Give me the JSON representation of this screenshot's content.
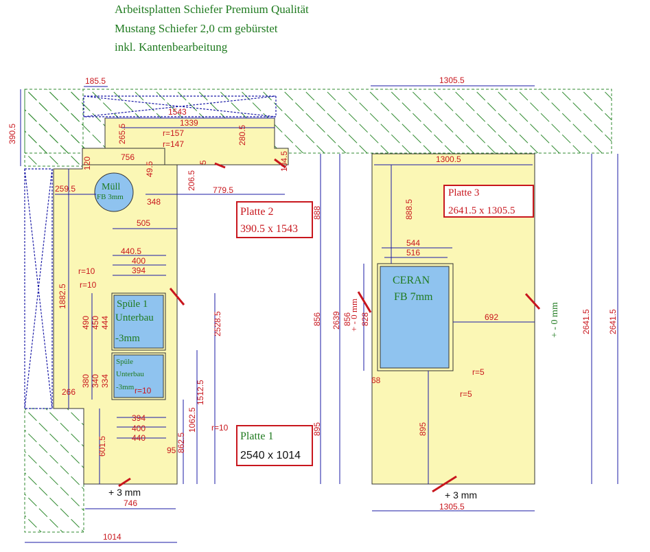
{
  "header": {
    "line1": "Arbeitsplatten Schiefer Premium Qualität",
    "line2": "Mustang Schiefer 2,0 cm gebürstet",
    "line3": "inkl. Kantenbearbeitung"
  },
  "plates": {
    "p1": {
      "name": "Platte 1",
      "size": "2540 x 1014"
    },
    "p2": {
      "name": "Platte 2",
      "size": "390.5 x 1543"
    },
    "p3": {
      "name": "Platte 3",
      "size": "2641.5 x 1305.5"
    }
  },
  "cutouts": {
    "muell": {
      "line1": "Müll",
      "line2": "FB 3mm"
    },
    "spuele1": {
      "line1": "Spüle 1",
      "line2": "Unterbau",
      "line3": "-3mm"
    },
    "spuele2": {
      "line1": "Spüle",
      "line2": "Unterbau",
      "line3": "-3mm"
    },
    "ceran": {
      "line1": "CERAN",
      "line2": "FB 7mm"
    }
  },
  "tolerances": {
    "bottom_left": "+ 3 mm",
    "bottom_right": "+ 3 mm",
    "right_edge": "+ - 0 mm",
    "ceran_edge": "+ - 0 mm"
  },
  "colors": {
    "countertop": "#fbf7b5",
    "cutout": "#8fc3ef",
    "hatch": "#2f8a2f",
    "dimension": "#c8161d",
    "dim_line": "#1a1aa6",
    "label_border": "#c8161d"
  },
  "dims": {
    "d185_5": "185.5",
    "d1305_5_top": "1305.5",
    "d390_5": "390.5",
    "d1543": "1543",
    "d1339": "1339",
    "d265_5": "265.5",
    "d280_5": "280.5",
    "r157": "r=157",
    "r147": "r=147",
    "d756": "756",
    "d120": "120",
    "d49_5": "49.5",
    "d5": "5",
    "d104_5": "104.5",
    "d1300_5": "1300.5",
    "d259_5": "259.5",
    "d206_5": "206.5",
    "d779_5": "779.5",
    "d348": "348",
    "d505": "505",
    "d888": "888",
    "d888_5": "888.5",
    "d440_5": "440.5",
    "d400a": "400",
    "d394a": "394",
    "r10a": "r=10",
    "r10b": "r=10",
    "d1882_5": "1882.5",
    "d490": "490",
    "d450": "450",
    "d444": "444",
    "d2528_5": "2528.5",
    "d380": "380",
    "d340": "340",
    "d334": "334",
    "d1512_5": "1512.5",
    "r10c": "r=10",
    "d266": "266",
    "d1062_5": "1062.5",
    "d862_5": "862.5",
    "r10d": "r=10",
    "d601_5": "601.5",
    "d394b": "394",
    "d400b": "400",
    "d440b": "440",
    "d95": "95",
    "d746": "746",
    "d1014": "1014",
    "d544": "544",
    "d516": "516",
    "d856a": "856",
    "d2639": "2639",
    "d856b": "856",
    "d828": "828",
    "d692": "692",
    "d2641_5a": "2641.5",
    "d2641_5b": "2641.5",
    "r5a": "r=5",
    "d68": "68",
    "r5b": "r=5",
    "d895a": "895",
    "d895b": "895",
    "d1305_5_bot": "1305.5"
  }
}
